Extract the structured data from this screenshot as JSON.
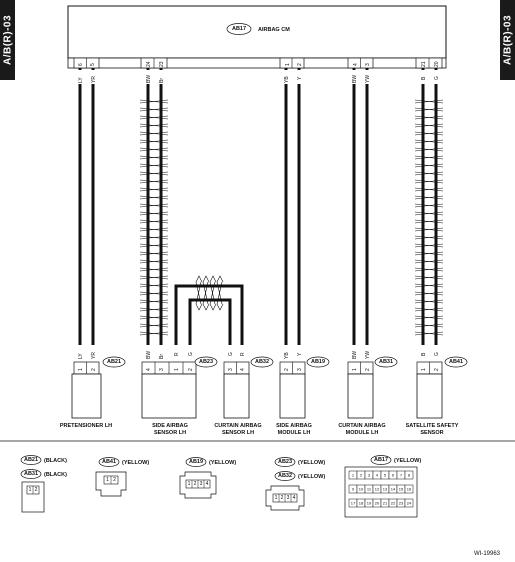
{
  "page": {
    "section_tag": "A/B(R)-03",
    "reference_code": "WI-19963",
    "ecu": {
      "code": "AB17",
      "name": "AIRBAG CM"
    }
  },
  "ecu_pins": [
    {
      "pin": "6",
      "wire": "LY"
    },
    {
      "pin": "5",
      "wire": "YR"
    },
    {
      "pin": "24",
      "wire": "BW"
    },
    {
      "pin": "23",
      "wire": "Br"
    },
    {
      "pin": "1",
      "wire": "YB"
    },
    {
      "pin": "2",
      "wire": "Y"
    },
    {
      "pin": "4",
      "wire": "BW"
    },
    {
      "pin": "3",
      "wire": "YW"
    },
    {
      "pin": "21",
      "wire": "B"
    },
    {
      "pin": "20",
      "wire": "G"
    }
  ],
  "components": [
    {
      "id": "pretensioner",
      "code": "AB21",
      "label_lines": [
        "PRETENSIONER LH"
      ],
      "pins": [
        {
          "pin": "1",
          "wire": "LY"
        },
        {
          "pin": "2",
          "wire": "YR"
        }
      ]
    },
    {
      "id": "side-airbag-sensor",
      "code": "AB23",
      "label_lines": [
        "SIDE AIRBAG",
        "SENSOR LH"
      ],
      "pins": [
        {
          "pin": "4",
          "wire": "BW"
        },
        {
          "pin": "3",
          "wire": "Br"
        },
        {
          "pin": "1",
          "wire": "R"
        },
        {
          "pin": "2",
          "wire": "G"
        }
      ]
    },
    {
      "id": "curtain-airbag-sensor",
      "code": "AB32",
      "label_lines": [
        "CURTAIN AIRBAG",
        "SENSOR LH"
      ],
      "pins": [
        {
          "pin": "3",
          "wire": "G"
        },
        {
          "pin": "4",
          "wire": "R"
        }
      ]
    },
    {
      "id": "side-airbag-module",
      "code": "AB19",
      "label_lines": [
        "SIDE AIRBAG",
        "MODULE LH"
      ],
      "pins": [
        {
          "pin": "2",
          "wire": "YB"
        },
        {
          "pin": "3",
          "wire": "Y"
        }
      ]
    },
    {
      "id": "curtain-airbag-module",
      "code": "AB31",
      "label_lines": [
        "CURTAIN AIRBAG",
        "MODULE LH"
      ],
      "pins": [
        {
          "pin": "1",
          "wire": "BW"
        },
        {
          "pin": "2",
          "wire": "YW"
        }
      ]
    },
    {
      "id": "satellite-safety-sensor",
      "code": "AB41",
      "label_lines": [
        "SATELLITE SAFETY",
        "SENSOR"
      ],
      "pins": [
        {
          "pin": "1",
          "wire": "B"
        },
        {
          "pin": "2",
          "wire": "G"
        }
      ]
    }
  ],
  "legend": [
    {
      "codes": [
        "AB21",
        "AB31"
      ],
      "colors": [
        "(BLACK)",
        "(BLACK)"
      ],
      "cells": [
        "1",
        "2"
      ]
    },
    {
      "codes": [
        "AB41"
      ],
      "colors": [
        "(YELLOW)"
      ],
      "cells": [
        "1",
        "2"
      ]
    },
    {
      "codes": [
        "AB19"
      ],
      "colors": [
        "(YELLOW)"
      ],
      "cells": [
        "1",
        "2",
        "3",
        "4"
      ]
    },
    {
      "codes": [
        "AB23",
        "AB32"
      ],
      "colors": [
        "(YELLOW)",
        "(YELLOW)"
      ],
      "cells": [
        "1",
        "2",
        "3",
        "4"
      ]
    },
    {
      "codes": [
        "AB17"
      ],
      "colors": [
        "(YELLOW)"
      ],
      "cells": [
        "1",
        "2",
        "3",
        "4",
        "5",
        "6",
        "7",
        "8",
        "9",
        "10",
        "11",
        "12",
        "13",
        "14",
        "15",
        "16",
        "17",
        "18",
        "19",
        "20",
        "21",
        "22",
        "23",
        "24"
      ]
    }
  ]
}
